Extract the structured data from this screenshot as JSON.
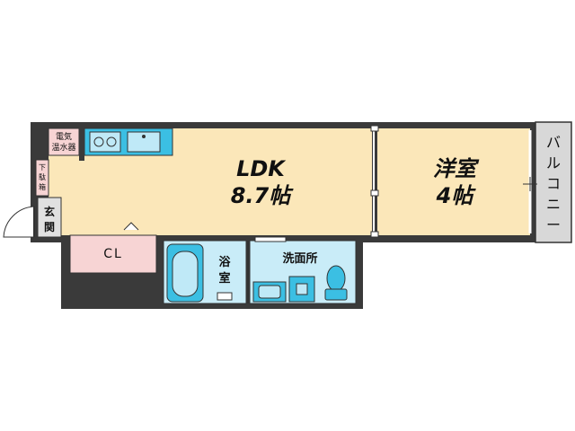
{
  "rooms": {
    "ldk": {
      "name": "LDK",
      "size": "8.7帖"
    },
    "western": {
      "name": "洋室",
      "size": "4帖"
    },
    "bath": {
      "name_top": "浴",
      "name_bottom": "室"
    },
    "washroom": {
      "name": "洗面所"
    },
    "closet": {
      "name": "CL"
    },
    "entrance": {
      "name_top": "玄",
      "name_bottom": "関"
    },
    "shoe_box": {
      "chars": [
        "下",
        "駄",
        "箱"
      ]
    },
    "water_heater": {
      "line1": "電気",
      "line2": "温水器"
    },
    "balcony": {
      "chars": [
        "バ",
        "ル",
        "コ",
        "ニ",
        "ー"
      ]
    }
  },
  "colors": {
    "floor": "#fbe7b9",
    "wet": "#c9ecf8",
    "fixture": "#3bbfe3",
    "closet": "#f7d4d4",
    "wall": "#333333",
    "balcony": "#d8d8d8"
  }
}
